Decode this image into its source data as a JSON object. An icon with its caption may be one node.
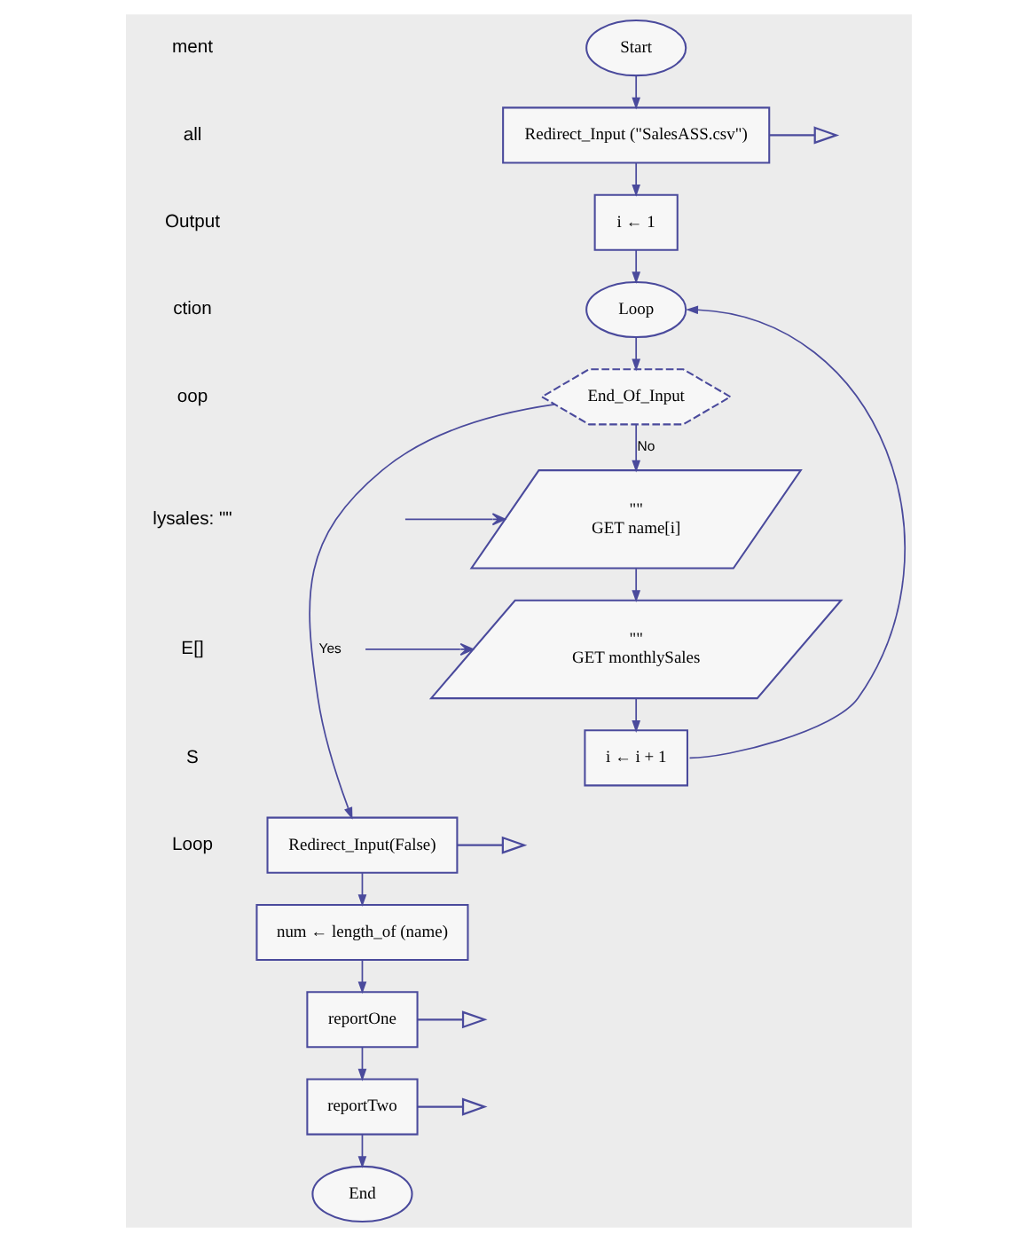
{
  "diagram": {
    "nodes": [
      {
        "text": [
          "Start"
        ]
      },
      {
        "text": [
          "Redirect_Input (\"SalesASS.csv\")"
        ]
      },
      {
        "text": [
          "i ← 1"
        ]
      },
      {
        "text": [
          "Loop"
        ]
      },
      {
        "text": [
          "End_Of_Input"
        ]
      },
      {
        "text": [
          "\"\"",
          "GET name[i]"
        ]
      },
      {
        "text": [
          "\"\"",
          "GET monthlySales"
        ]
      },
      {
        "text": [
          "i ← i + 1"
        ]
      },
      {
        "text": [
          "Redirect_Input(False)"
        ]
      },
      {
        "text": [
          "num ← length_of (name)"
        ]
      },
      {
        "text": [
          "reportOne"
        ]
      },
      {
        "text": [
          "reportTwo"
        ]
      },
      {
        "text": [
          "End"
        ]
      }
    ],
    "edges": [
      {
        "from": 0,
        "to": 1,
        "arrow": "to"
      },
      {
        "from": 1,
        "to": null,
        "arrow": "to"
      },
      {
        "from": 1,
        "to": 2,
        "arrow": "to"
      },
      {
        "from": 2,
        "to": 3,
        "arrow": "to"
      },
      {
        "from": 3,
        "to": 4,
        "arrow": "to"
      },
      {
        "from": 4,
        "to": 5,
        "arrow": "to",
        "label": "No"
      },
      {
        "from": null,
        "to": 5,
        "arrow": "to"
      },
      {
        "from": 5,
        "to": 6,
        "arrow": "to"
      },
      {
        "from": null,
        "to": 6,
        "arrow": "to"
      },
      {
        "from": 6,
        "to": 7,
        "arrow": "to"
      },
      {
        "from": 7,
        "to": 3,
        "arrow": "to"
      },
      {
        "from": 4,
        "to": 8,
        "arrow": "to",
        "label": "Yes"
      },
      {
        "from": 8,
        "to": null,
        "arrow": "to"
      },
      {
        "from": 8,
        "to": 9,
        "arrow": "to"
      },
      {
        "from": 9,
        "to": 10,
        "arrow": "to"
      },
      {
        "from": 10,
        "to": null,
        "arrow": "to"
      },
      {
        "from": 10,
        "to": 11,
        "arrow": "to"
      },
      {
        "from": 11,
        "to": null,
        "arrow": "to"
      },
      {
        "from": 11,
        "to": 12,
        "arrow": "to"
      }
    ],
    "labels": [
      "ment",
      "all",
      "Output",
      "ction",
      "oop",
      "lysales: \"\"",
      "E[]",
      "S",
      "Loop"
    ]
  }
}
